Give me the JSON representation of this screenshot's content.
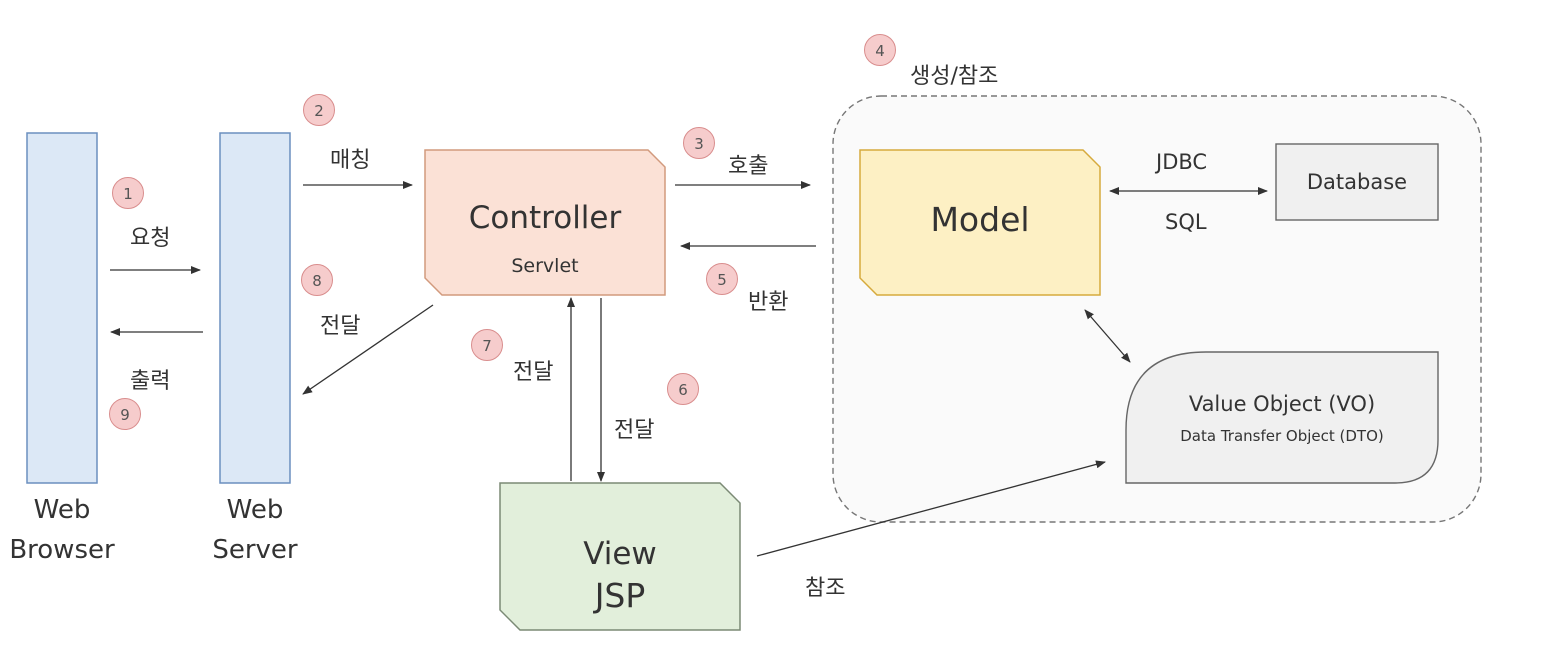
{
  "nodes": {
    "web_browser": {
      "line1": "Web",
      "line2": "Browser"
    },
    "web_server": {
      "line1": "Web",
      "line2": "Server"
    },
    "controller": {
      "title": "Controller",
      "subtitle": "Servlet"
    },
    "model": {
      "title": "Model"
    },
    "database": {
      "title": "Database"
    },
    "vo": {
      "title": "Value Object (VO)",
      "subtitle": "Data Transfer Object (DTO)"
    },
    "view": {
      "line1": "View",
      "line2": "JSP"
    }
  },
  "steps": [
    {
      "number": "1",
      "label": "요청"
    },
    {
      "number": "2",
      "label": "매칭"
    },
    {
      "number": "3",
      "label": "호출"
    },
    {
      "number": "4",
      "label": "생성/참조"
    },
    {
      "number": "5",
      "label": "반환"
    },
    {
      "number": "6",
      "label": "전달"
    },
    {
      "number": "7",
      "label": "전달"
    },
    {
      "number": "8",
      "label": "전달"
    },
    {
      "number": "9",
      "label": "출력"
    }
  ],
  "links": {
    "model_db_top": "JDBC",
    "model_db_bottom": "SQL",
    "view_vo": "참조"
  },
  "colors": {
    "server_fill": "#dce8f6",
    "server_stroke": "#6b8fbf",
    "controller_fill": "#fbe1d6",
    "controller_stroke": "#d29a7d",
    "model_fill": "#fdf0c4",
    "model_stroke": "#d6aa3c",
    "view_fill": "#e2efdb",
    "view_stroke": "#7b8a75",
    "neutral_fill": "#f0f0f0",
    "step_fill": "#f6cccc"
  }
}
